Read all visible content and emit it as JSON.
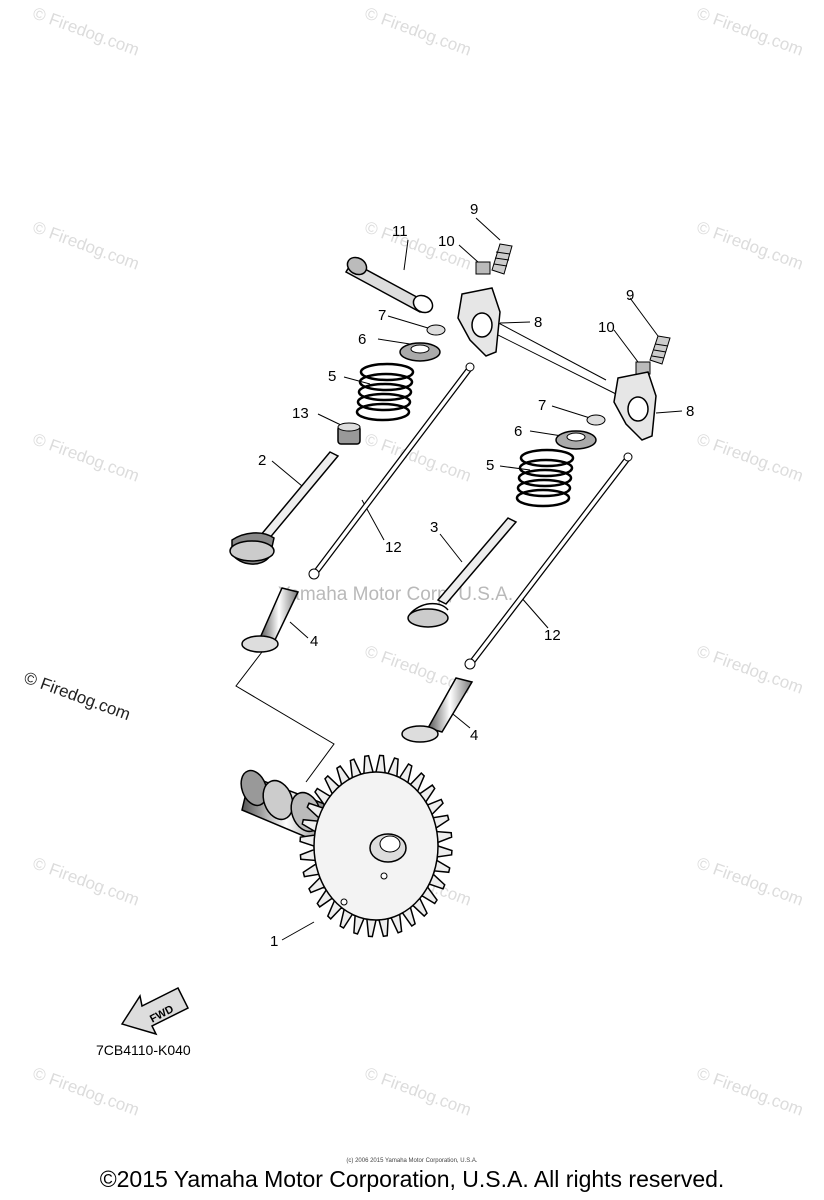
{
  "watermark_text": "© Firedog.com",
  "center_watermark": "Yamaha Motor Corp, U.S.A.",
  "left_watermark": "© Firedog.com",
  "part_code": "7CB4110-K040",
  "fwd_label": "FWD",
  "copyright": "©2015 Yamaha Motor Corporation, U.S.A. All rights reserved.",
  "tiny_copyright": "(c) 2006 2015 Yamaha Motor Corporation, U.S.A.",
  "callouts": {
    "c1": "1",
    "c2": "2",
    "c3": "3",
    "c4a": "4",
    "c4b": "4",
    "c5a": "5",
    "c5b": "5",
    "c6a": "6",
    "c6b": "6",
    "c7a": "7",
    "c7b": "7",
    "c8a": "8",
    "c8b": "8",
    "c9a": "9",
    "c9b": "9",
    "c10a": "10",
    "c10b": "10",
    "c11": "11",
    "c12a": "12",
    "c12b": "12",
    "c13": "13"
  }
}
